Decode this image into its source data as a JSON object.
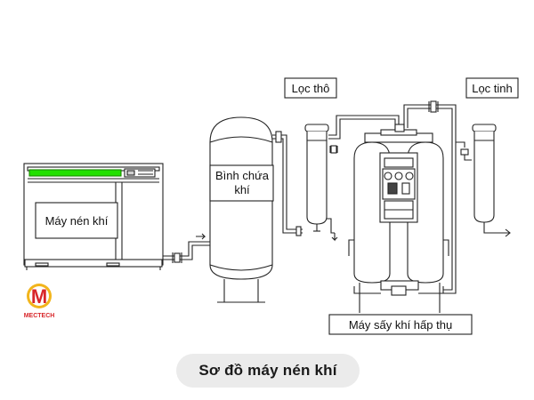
{
  "labels": {
    "compressor": "Máy nén khí",
    "tank_line1": "Bình chứa",
    "tank_line2": "khí",
    "coarse_filter": "Lọc thô",
    "fine_filter": "Lọc tinh",
    "dryer": "Máy sấy khí hấp thụ"
  },
  "logo": {
    "brand": "MECTECH",
    "letter": "M"
  },
  "caption": "Sơ đồ máy nén khí",
  "colors": {
    "stroke": "#222222",
    "display_green": "#22e000",
    "logo_red": "#d8262a",
    "logo_gold": "#f2b51c"
  }
}
